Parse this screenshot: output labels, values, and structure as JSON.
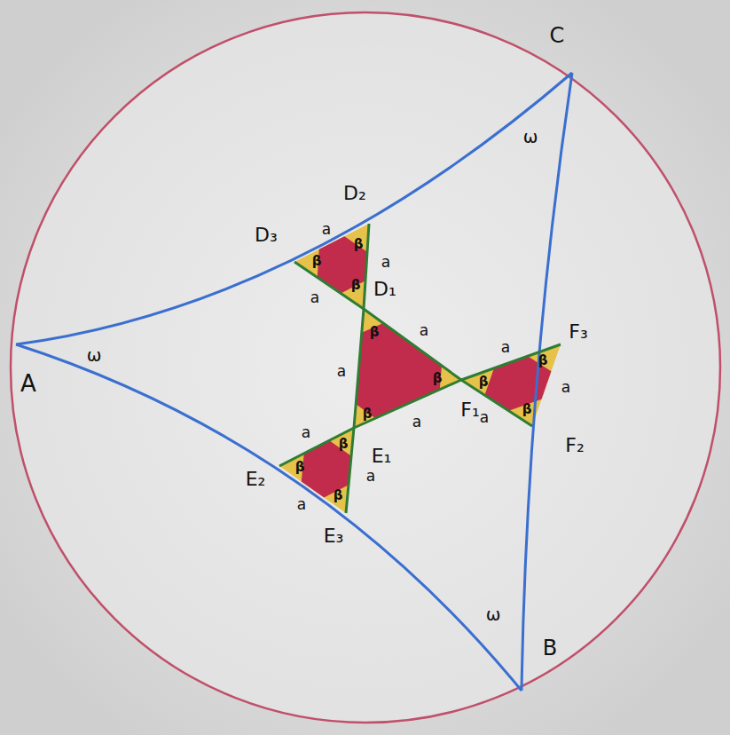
{
  "diagram": {
    "labels": [
      "C",
      "ω",
      "D₂",
      "D₃",
      "a",
      "β",
      "β",
      "β",
      "a",
      "D₁",
      "a",
      "A",
      "ω",
      "β",
      "a",
      "a",
      "β",
      "β",
      "F₃",
      "a",
      "β",
      "β",
      "β",
      "a",
      "F₁",
      "a",
      "F₂",
      "a",
      "E₁",
      "a",
      "β",
      "β",
      "β",
      "E₂",
      "a",
      "a",
      "E₃",
      "ω",
      "B"
    ]
  }
}
